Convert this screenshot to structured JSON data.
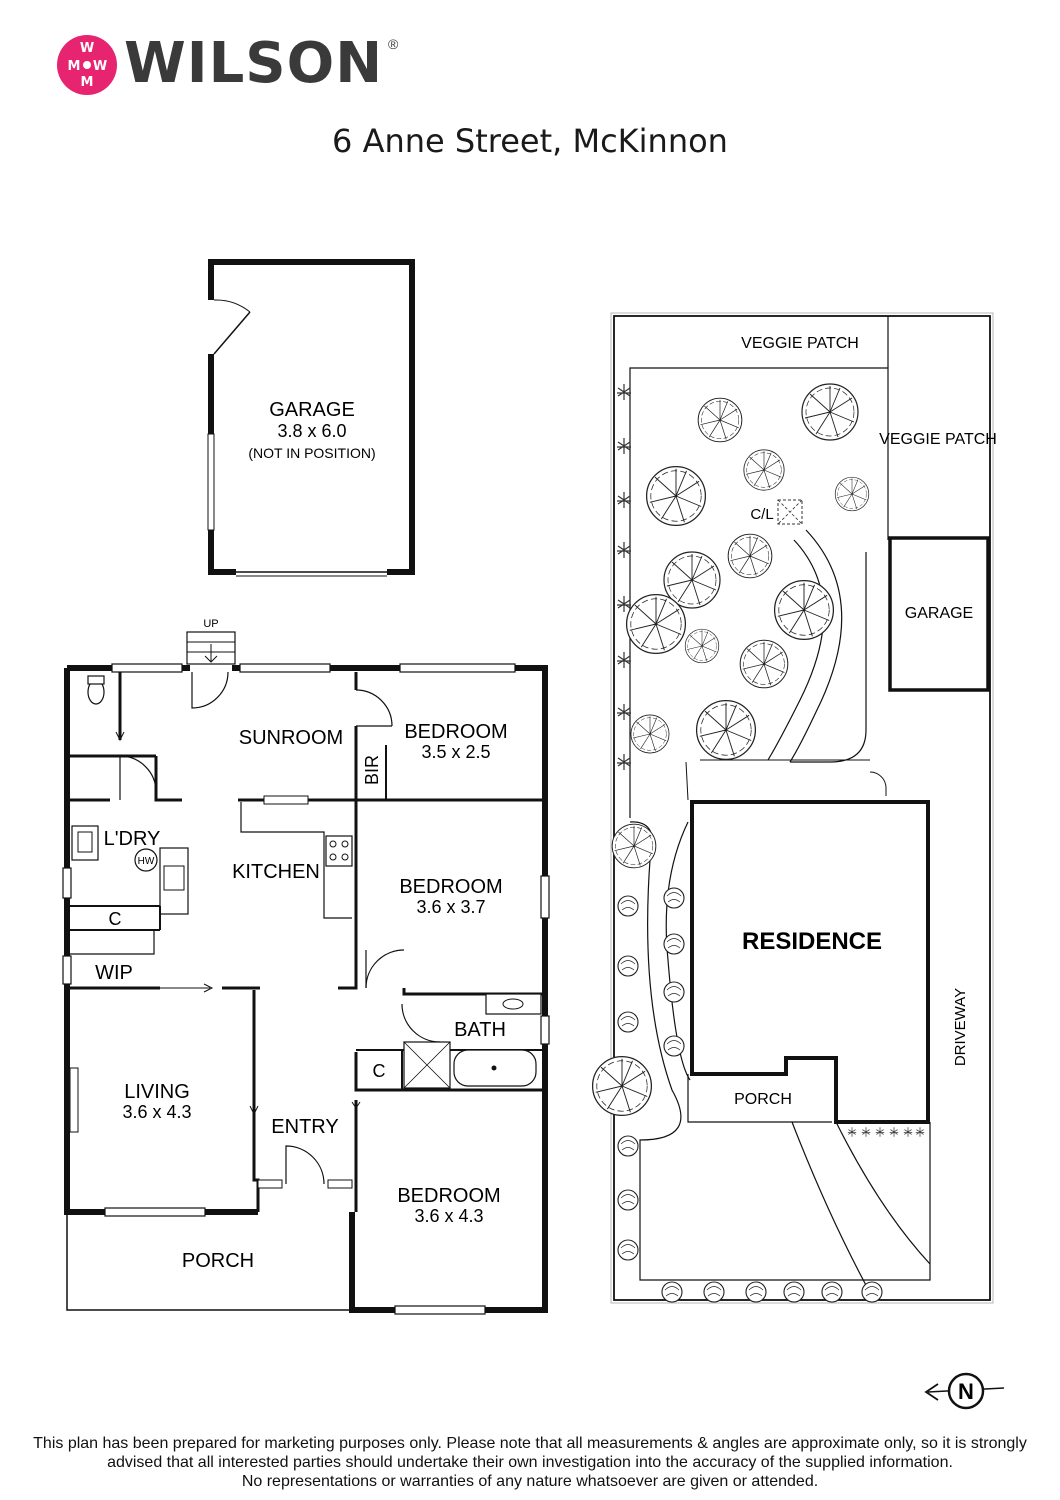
{
  "brand": {
    "name": "WILSON",
    "registered": "®",
    "logo_color": "#e6246f"
  },
  "address": "6 Anne Street, McKinnon",
  "garage_plan": {
    "label": "GARAGE",
    "dims": "3.8 x 6.0",
    "note": "(NOT IN POSITION)"
  },
  "floor_plan": {
    "stair_label": "UP",
    "rooms": {
      "sunroom": "SUNROOM",
      "bedroom1": {
        "label": "BEDROOM",
        "dims": "3.5 x 2.5"
      },
      "bir": "BIR",
      "laundry": "L'DRY",
      "hot_water": "HW",
      "kitchen": "KITCHEN",
      "bedroom2": {
        "label": "BEDROOM",
        "dims": "3.6 x 3.7"
      },
      "cupboard1": "C",
      "wip": "WIP",
      "bath": "BATH",
      "cupboard2": "C",
      "living": {
        "label": "LIVING",
        "dims": "3.6 x 4.3"
      },
      "entry": "ENTRY",
      "bedroom3": {
        "label": "BEDROOM",
        "dims": "3.6 x 4.3"
      },
      "porch": "PORCH"
    }
  },
  "site_plan": {
    "veggie_patch_top": "VEGGIE PATCH",
    "veggie_patch_side": "VEGGIE PATCH",
    "clothesline": "C/L",
    "garage": "GARAGE",
    "residence": "RESIDENCE",
    "porch": "PORCH",
    "driveway": "DRIVEWAY"
  },
  "compass": {
    "label": "N",
    "direction": "west"
  },
  "disclaimer": [
    "This plan has been prepared for marketing purposes only. Please note that all measurements & angles are approximate only, so it is strongly",
    "advised that all interested parties should undertake their own investigation into the accuracy of the supplied information.",
    "No representations or warranties of any nature whatsoever are given or attended."
  ]
}
